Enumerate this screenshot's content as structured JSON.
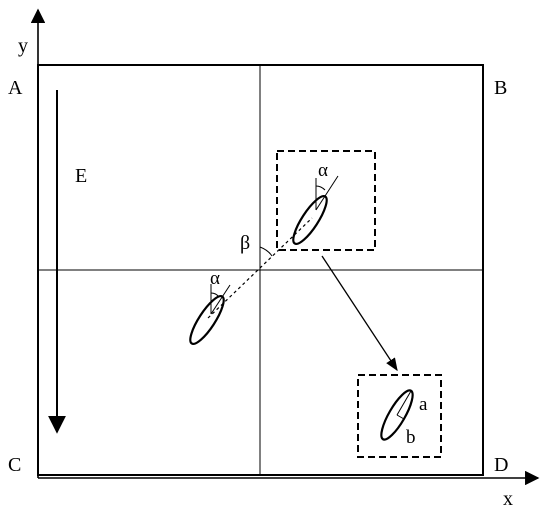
{
  "labels": {
    "y_axis": "y",
    "x_axis": "x",
    "corner_a": "A",
    "corner_b": "B",
    "corner_c": "C",
    "corner_d": "D",
    "field": "E",
    "angle_beta": "β",
    "angle_alpha_upper": "α",
    "angle_alpha_lower": "α",
    "semi_axis_a": "a",
    "semi_axis_b": "b"
  }
}
